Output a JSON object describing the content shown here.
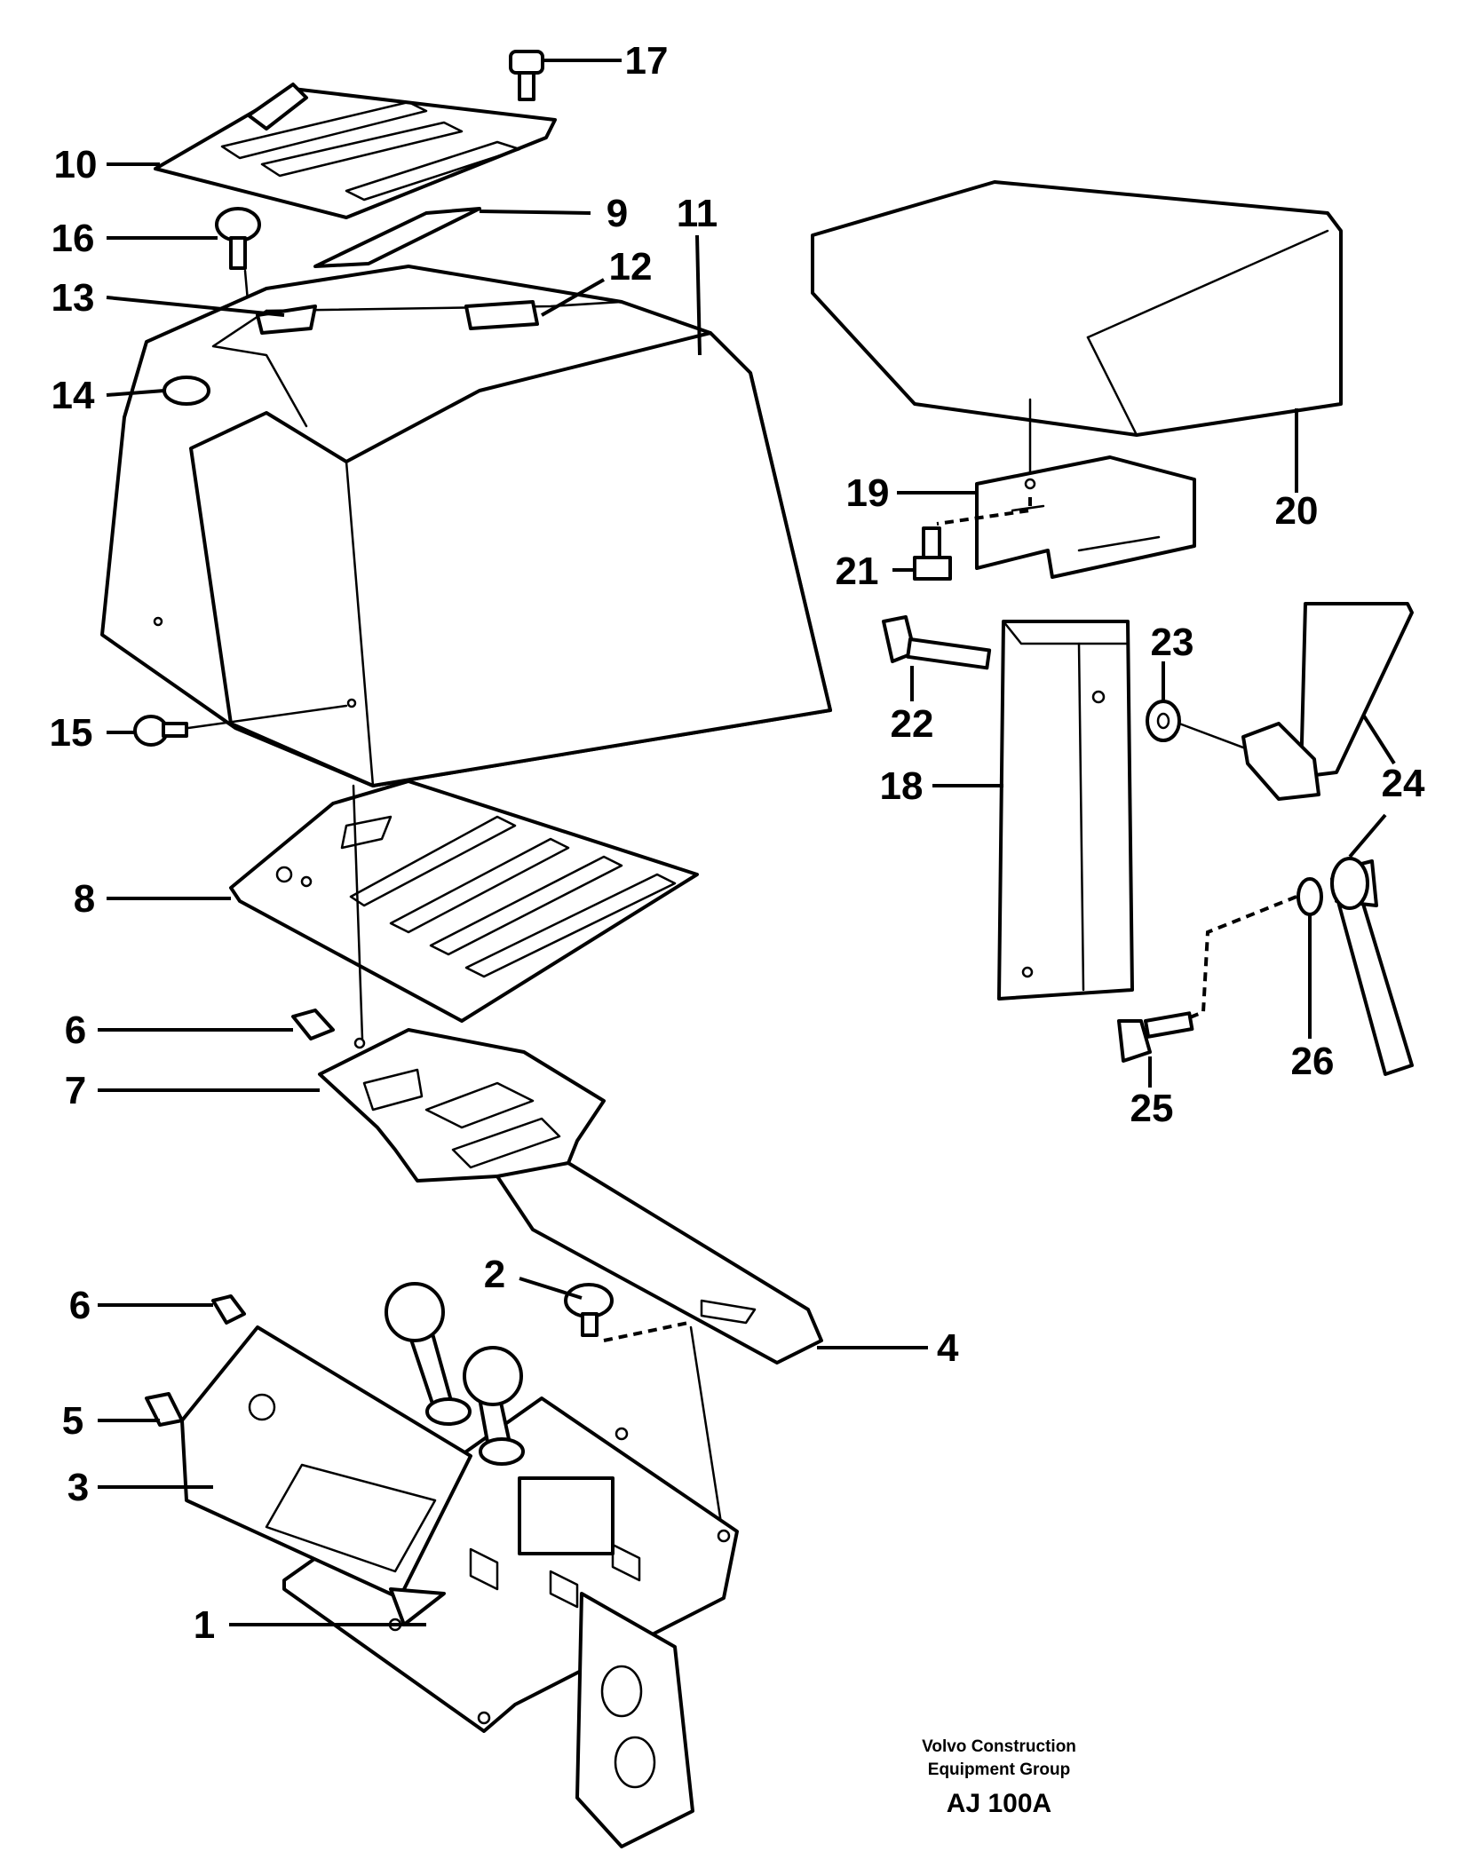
{
  "callouts": [
    "1",
    "2",
    "3",
    "4",
    "5",
    "6",
    "6",
    "7",
    "8",
    "9",
    "10",
    "11",
    "12",
    "13",
    "14",
    "15",
    "16",
    "17",
    "18",
    "19",
    "20",
    "21",
    "22",
    "23",
    "24",
    "25",
    "26"
  ],
  "caption": {
    "line1": "Volvo Construction",
    "line2": "Equipment Group",
    "code": "AJ 100A"
  }
}
